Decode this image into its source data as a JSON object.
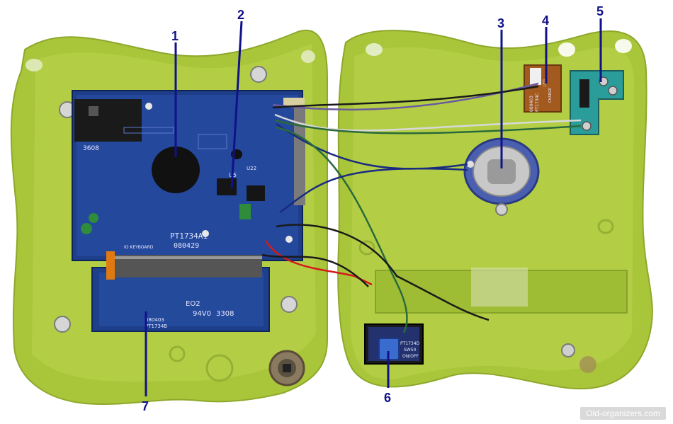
{
  "callouts": [
    {
      "id": "1",
      "label": "1"
    },
    {
      "id": "2",
      "label": "2"
    },
    {
      "id": "3",
      "label": "3"
    },
    {
      "id": "4",
      "label": "4"
    },
    {
      "id": "5",
      "label": "5"
    },
    {
      "id": "6",
      "label": "6"
    },
    {
      "id": "7",
      "label": "7"
    }
  ],
  "main_pcb": {
    "part_no": "PT1734A1",
    "date_code": "080429",
    "silk_upper": "3608",
    "silk_keyboard": "IO KEYBOARD",
    "ic_label": "U5",
    "ic_label2": "U22"
  },
  "lcd_board": {
    "code": "EO2",
    "ul_mark": "94V0",
    "ul_num": "3308",
    "date_code": "080403",
    "part_no": "PT1734B"
  },
  "led_board": {
    "date_code": "080403",
    "part_no": "PT1734C",
    "led_label": "LED",
    "charge_label": "CHARGE"
  },
  "switch_board": {
    "part_no": "PT1734D",
    "model": "SW50",
    "function": "ON/OFF"
  },
  "watermark": "Old-organizers.com"
}
